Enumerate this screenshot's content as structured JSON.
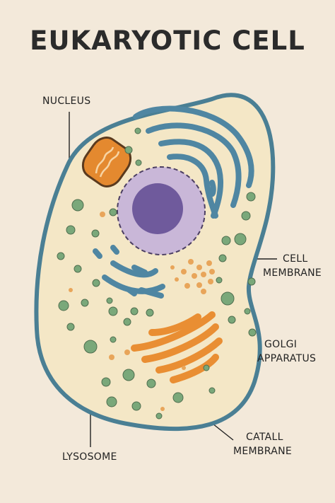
{
  "title": "EUKARYOTIC CELL",
  "labels": {
    "nucleus": "NUCLEUS",
    "cell_membrane": [
      "CELL",
      "MEMBRANE"
    ],
    "golgi_apparatus": [
      "GOLGI",
      "APPARATUS"
    ],
    "lysosome": "LYSOSOME",
    "catall_membrane": [
      "CATALL",
      "MEMBRANE"
    ]
  },
  "colors": {
    "background": "#f3e9da",
    "membrane": "#4a7f94",
    "cytoplasm": "#f4e7c6",
    "er": "#4f86a2",
    "nucleus_envelope": "#a693c6",
    "nucleolus": "#6f5a9c",
    "mitochondrion": "#e4892f",
    "golgi": "#e98e33",
    "vesicle": "#7aa87a",
    "granule": "#e8a55a"
  }
}
